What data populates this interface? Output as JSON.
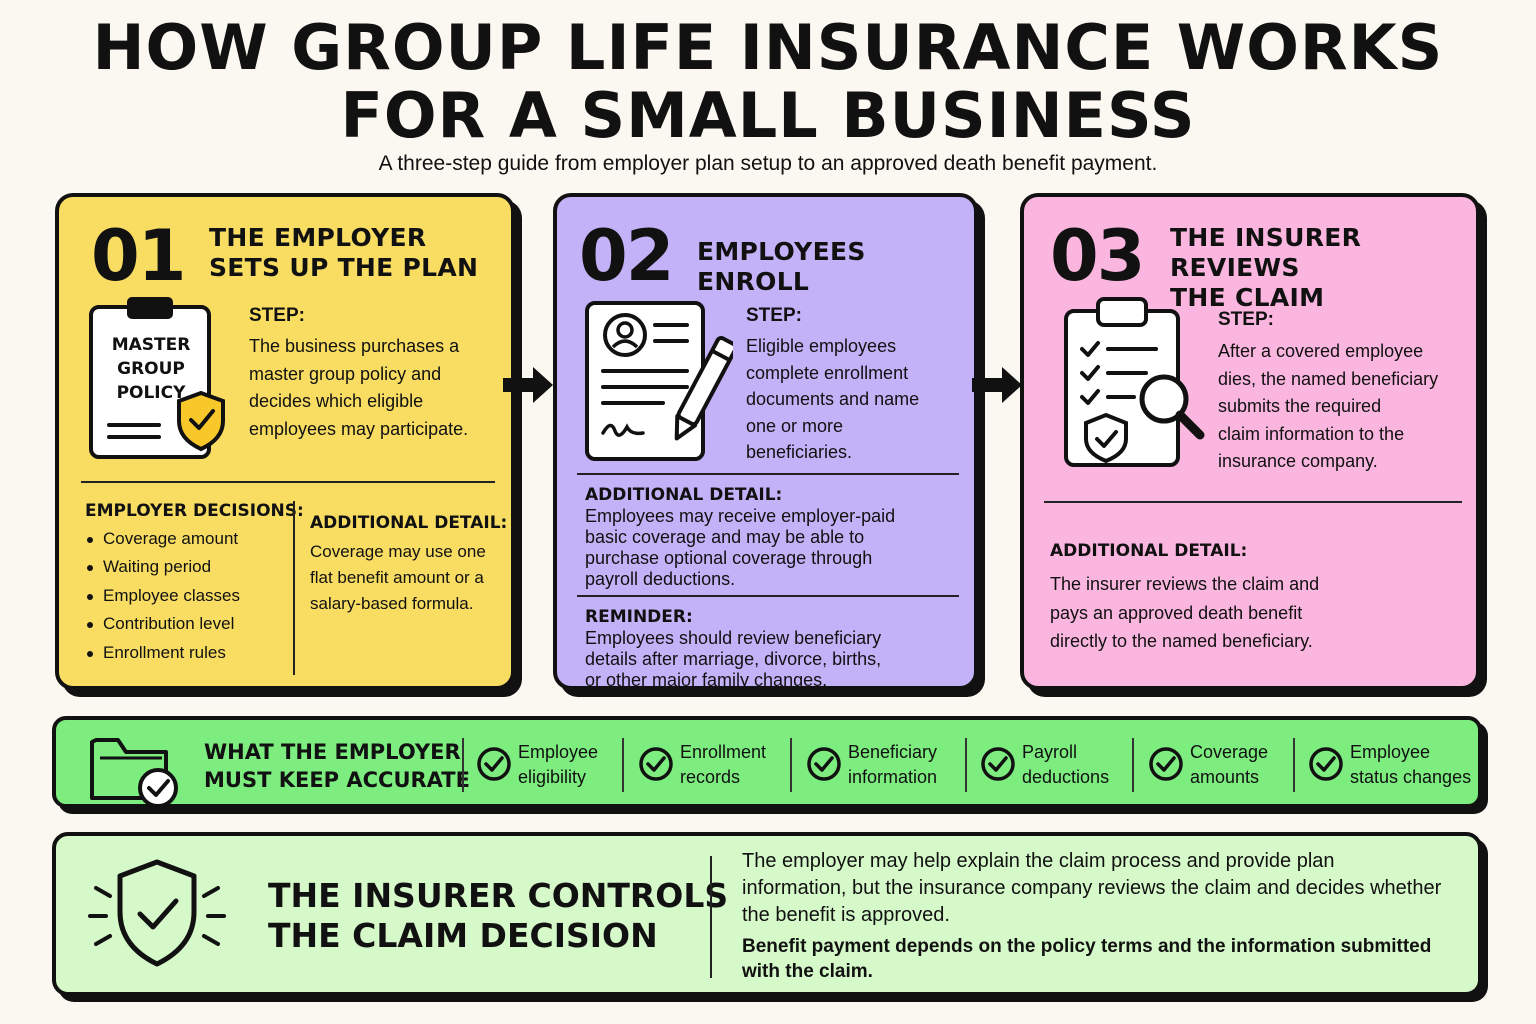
{
  "header": {
    "title_line1": "HOW GROUP LIFE INSURANCE WORKS",
    "title_line2": "FOR A SMALL BUSINESS",
    "subtitle": "A three-step guide from employer plan setup to an approved death benefit payment."
  },
  "cards": [
    {
      "number": "01",
      "title_line1": "THE EMPLOYER",
      "title_line2": "SETS UP THE PLAN",
      "icon": "clipboard-policy-icon",
      "icon_text": [
        "MASTER",
        "GROUP",
        "POLICY"
      ],
      "step_heading": "STEP:",
      "step_lines": [
        "The business purchases a",
        "master group policy and",
        "decides which eligible",
        "employees may participate."
      ],
      "decisions_heading": "EMPLOYER DECISIONS:",
      "decisions": [
        "Coverage amount",
        "Waiting period",
        "Employee classes",
        "Contribution level",
        "Enrollment rules"
      ],
      "detail_heading": "ADDITIONAL DETAIL:",
      "detail_lines": [
        "Coverage may use one",
        "flat benefit amount or a",
        "salary-based formula."
      ],
      "color": "#f8dd62"
    },
    {
      "number": "02",
      "title_line1": "EMPLOYEES ENROLL",
      "icon": "enrollment-form-pen-icon",
      "step_heading": "STEP:",
      "step_lines": [
        "Eligible employees",
        "complete enrollment",
        "documents and name",
        "one or more",
        "beneficiaries."
      ],
      "detail_heading": "ADDITIONAL DETAIL:",
      "detail_lines": [
        "Employees may receive employer-paid",
        "basic coverage and may be able to",
        "purchase optional coverage through",
        "payroll deductions."
      ],
      "reminder_heading": "REMINDER:",
      "reminder_lines": [
        "Employees should review beneficiary",
        "details after marriage, divorce, births,",
        "or other major family changes."
      ],
      "color": "#c4b2f8"
    },
    {
      "number": "03",
      "title_line1": "THE INSURER REVIEWS",
      "title_line2": "THE CLAIM",
      "icon": "claim-review-magnifier-icon",
      "step_heading": "STEP:",
      "step_lines": [
        "After a covered employee",
        "dies, the named beneficiary",
        "submits the required",
        "claim information to the",
        "insurance company."
      ],
      "detail_heading": "ADDITIONAL DETAIL:",
      "detail_lines": [
        "The insurer reviews the claim and",
        "pays an approved death benefit",
        "directly to the named beneficiary."
      ],
      "color": "#fbb6df"
    }
  ],
  "accuracy_strip": {
    "title_line1": "WHAT THE EMPLOYER",
    "title_line2": "MUST KEEP ACCURATE",
    "icon": "folder-check-icon",
    "items": [
      {
        "line1": "Employee",
        "line2": "eligibility"
      },
      {
        "line1": "Enrollment",
        "line2": "records"
      },
      {
        "line1": "Beneficiary",
        "line2": "information"
      },
      {
        "line1": "Payroll",
        "line2": "deductions"
      },
      {
        "line1": "Coverage",
        "line2": "amounts"
      },
      {
        "line1": "Employee",
        "line2": "status changes"
      }
    ],
    "color": "#7ded7f"
  },
  "claim_decision": {
    "title_line1": "THE INSURER CONTROLS",
    "title_line2": "THE CLAIM DECISION",
    "icon": "shield-check-icon",
    "text": "The employer may help explain the claim process and provide plan information, but the insurance company reviews the claim and decides whether the benefit is approved.",
    "bold_text": "Benefit payment depends on the policy terms and the information submitted with the claim.",
    "color": "#d6f9c9"
  }
}
